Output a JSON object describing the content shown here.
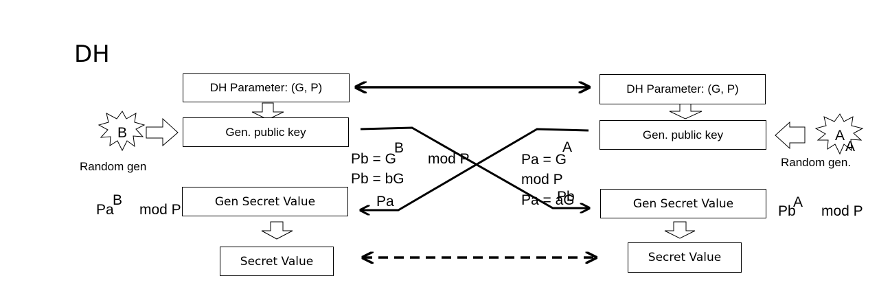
{
  "title": "DH",
  "left": {
    "param_box": "DH Parameter: (G, P)",
    "pubkey_box": "Gen. public key",
    "secret_box": "Gen Secret Value",
    "value_box": "Secret Value",
    "random_letter": "B",
    "random_label": "Random gen",
    "formula_base": "Pa",
    "formula_exp": "B",
    "formula_mod": "mod P"
  },
  "right": {
    "param_box": "DH Parameter: (G, P)",
    "pubkey_box": "Gen. public key",
    "secret_box": "Gen Secret Value",
    "value_box": "Secret Value",
    "random_letter": "A",
    "random_letter_shadow": "A",
    "random_label": "Random gen.",
    "formula_base": "Pb",
    "formula_exp": "A",
    "formula_mod": "mod P"
  },
  "exchange": {
    "pb_exp": "B",
    "pb_line1": "Pb = G",
    "pb_mod": "mod P",
    "pb_line2": "Pb = bG",
    "pa_label_left": "Pa",
    "pa_exp": "A",
    "pa_line1": "Pa = G",
    "pa_mod": "mod P",
    "pb_label_right": "Pb",
    "pa_line2": "Pa = aG"
  }
}
